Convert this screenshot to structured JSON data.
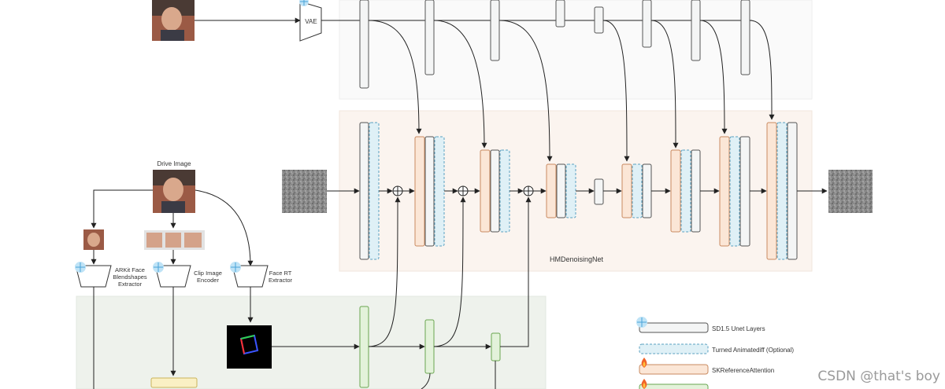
{
  "labels": {
    "vae": "VAE",
    "drive_image": "Drive Image",
    "arkit_extractor": [
      "ARKit Face",
      "Blendshapes",
      "Extractor"
    ],
    "clip_encoder": [
      "Clip Image",
      "Encoder"
    ],
    "face_rt": [
      "Face RT",
      "Extractor"
    ],
    "denoising_net": "HMDenoisingNet"
  },
  "legend": [
    {
      "label": "SD1.5 Unet Layers",
      "icon": "snowflake-icon"
    },
    {
      "label": "Turned Animatediff (Optional)",
      "icon": ""
    },
    {
      "label": "SKReferenceAttention",
      "icon": "fire-icon"
    },
    {
      "label": "",
      "icon": "fire-icon"
    }
  ],
  "watermark": "CSDN @that's boy",
  "colors": {
    "unet_fill": "#f4f5f5",
    "animatediff_fill": "#dff0f6",
    "reference_fill": "#fbe6d6",
    "control_fill": "#e3f2da",
    "top_panel": "#fafafa",
    "mid_panel": "#fbf4ef",
    "bottom_panel": "#eef2ec"
  }
}
